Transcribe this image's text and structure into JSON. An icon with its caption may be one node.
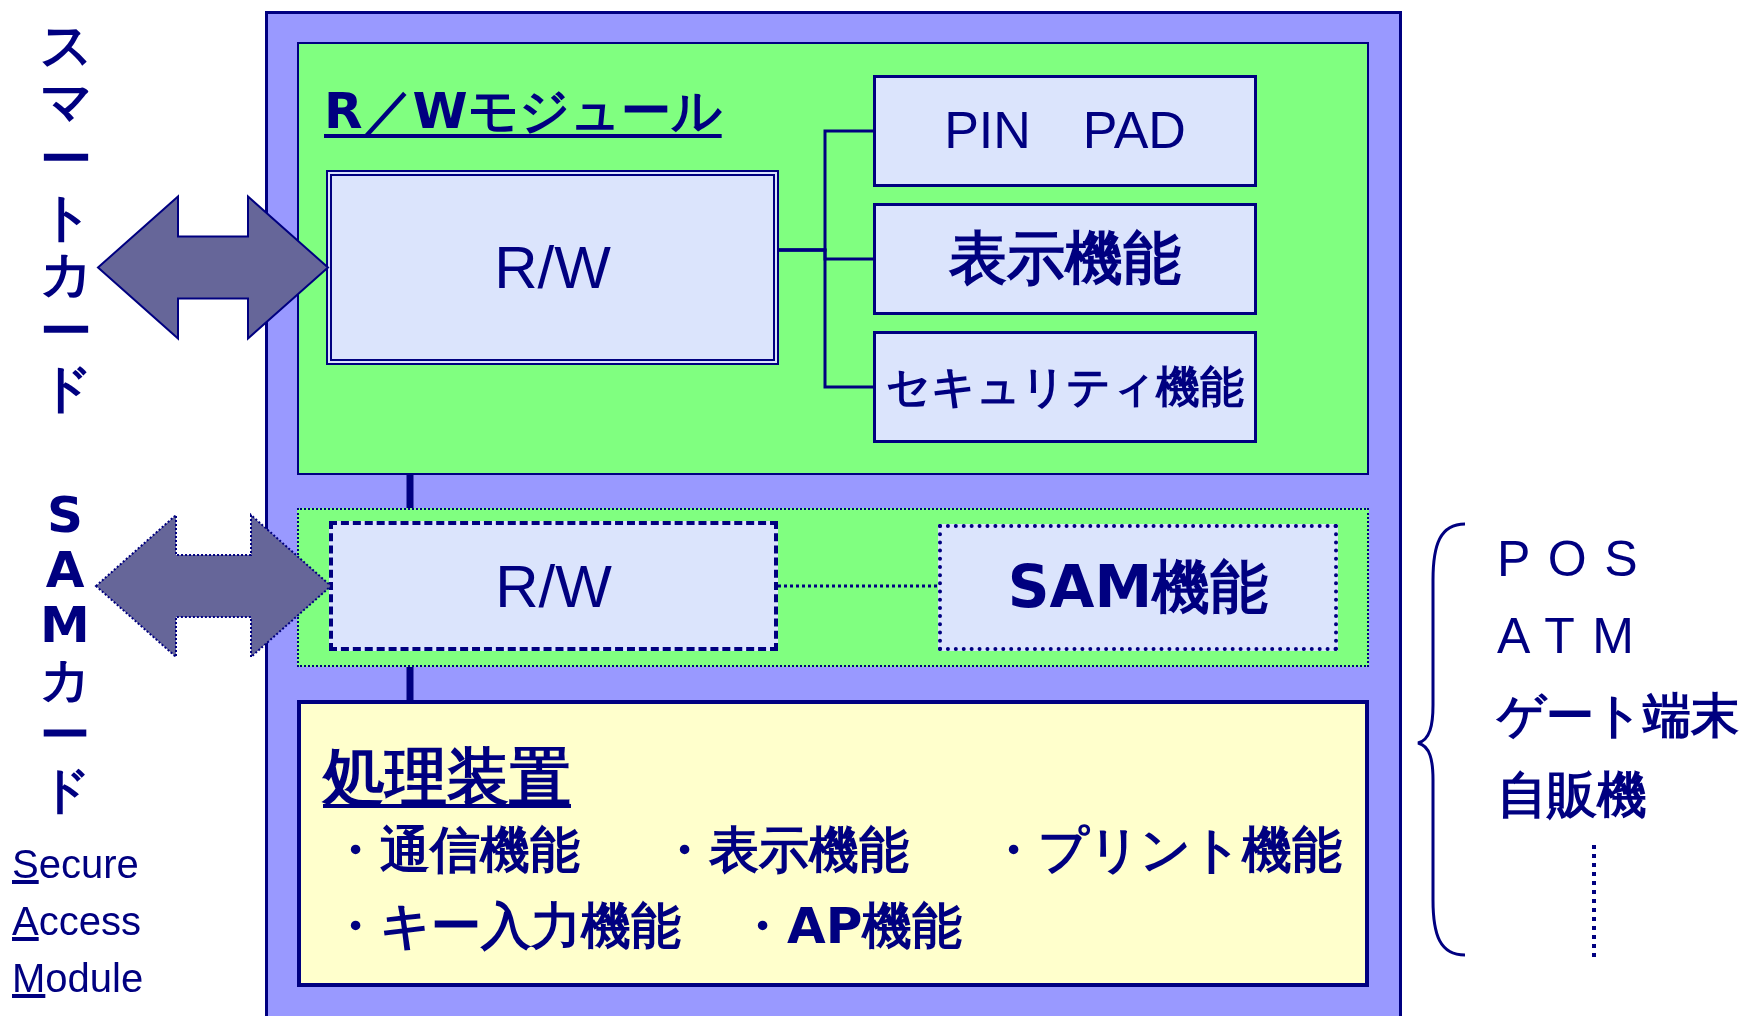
{
  "diagram": {
    "nodes": [
      {
        "text": [
          "スマートカード"
        ]
      },
      {
        "text": [
          "SAMカード"
        ],
        "beside": [
          "Secure Access Module"
        ]
      },
      {
        "text": [],
        "shape": "box"
      },
      {
        "text": [
          "R／Wモジュール"
        ],
        "in": 2
      },
      {
        "text": [
          "R/W"
        ],
        "in": 3
      },
      {
        "text": [
          "PIN　PAD"
        ],
        "in": 3
      },
      {
        "text": [
          "表示機能"
        ],
        "in": 3
      },
      {
        "text": [
          "セキュリティ機能"
        ],
        "in": 3
      },
      {
        "text": [],
        "shape": "box",
        "in": 2
      },
      {
        "text": [
          "R/W"
        ],
        "in": 8
      },
      {
        "text": [
          "SAM機能"
        ],
        "in": 8
      },
      {
        "text": [
          "処理装置",
          "・通信機能",
          "・表示機能",
          "・プリント機能",
          "・キー入力機能",
          "・AP機能"
        ],
        "in": 2
      }
    ],
    "edges": [
      {
        "from": 0,
        "to": 4,
        "arrow": "both"
      },
      {
        "from": 1,
        "to": 9,
        "arrow": "both",
        "style": "dashed"
      },
      {
        "from": 4,
        "to": 5,
        "arrow": "none"
      },
      {
        "from": 4,
        "to": 6,
        "arrow": "none"
      },
      {
        "from": 4,
        "to": 7,
        "arrow": "none"
      },
      {
        "from": 9,
        "to": 10,
        "arrow": "none",
        "style": "dashed"
      },
      {
        "from": 3,
        "to": 8,
        "arrow": "none",
        "style": "thick"
      },
      {
        "from": 8,
        "to": 11,
        "arrow": "none",
        "style": "thick"
      }
    ],
    "labels": [
      "POS",
      "ATM",
      "ゲート端末",
      "自販機"
    ]
  }
}
